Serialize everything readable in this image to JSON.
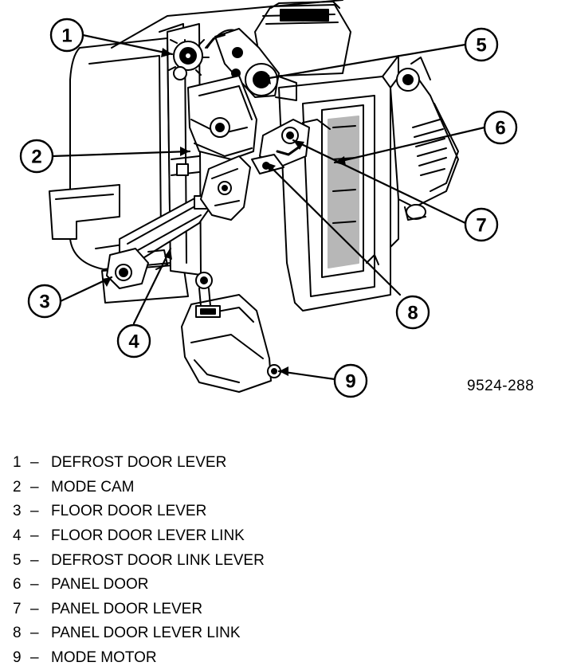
{
  "figure_id": "9524-288",
  "callouts": [
    "1",
    "2",
    "3",
    "4",
    "5",
    "6",
    "7",
    "8",
    "9"
  ],
  "legend": [
    {
      "num": "1",
      "dash": "–",
      "label": "DEFROST DOOR LEVER"
    },
    {
      "num": "2",
      "dash": "–",
      "label": "MODE CAM"
    },
    {
      "num": "3",
      "dash": "–",
      "label": "FLOOR DOOR LEVER"
    },
    {
      "num": "4",
      "dash": "–",
      "label": "FLOOR DOOR LEVER LINK"
    },
    {
      "num": "5",
      "dash": "–",
      "label": "DEFROST DOOR LINK LEVER"
    },
    {
      "num": "6",
      "dash": "–",
      "label": "PANEL DOOR"
    },
    {
      "num": "7",
      "dash": "–",
      "label": "PANEL DOOR LEVER"
    },
    {
      "num": "8",
      "dash": "–",
      "label": "PANEL DOOR LEVER LINK"
    },
    {
      "num": "9",
      "dash": "–",
      "label": "MODE MOTOR"
    }
  ]
}
